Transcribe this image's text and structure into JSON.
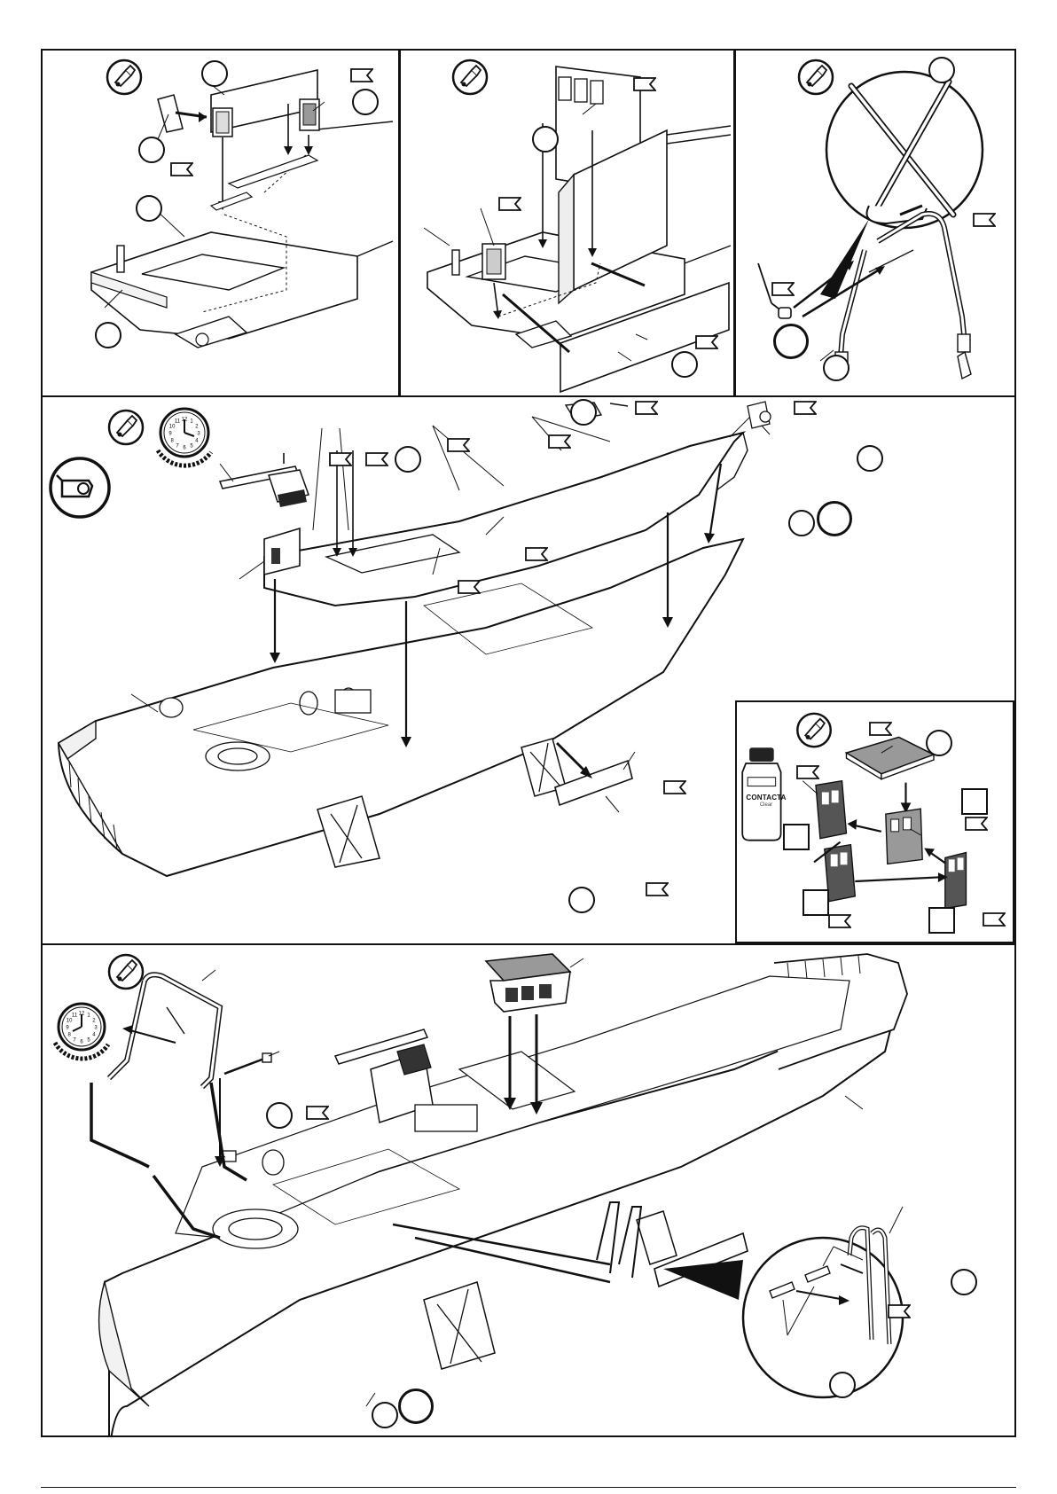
{
  "page": {
    "background": "#ffffff",
    "line_color": "#111111"
  },
  "icons": {
    "glue": "glue-tube-icon",
    "clock": "drying-clock-icon",
    "decal": "decal-flag-icon",
    "clear_glue_tool": "clear-glue-applicator-icon"
  },
  "clock_numbers": [
    "12",
    "1",
    "2",
    "3",
    "4",
    "5",
    "6",
    "7",
    "8",
    "9",
    "10",
    "11"
  ],
  "clear_glue": {
    "brand": "CONTACTA",
    "sub": "Clear"
  }
}
